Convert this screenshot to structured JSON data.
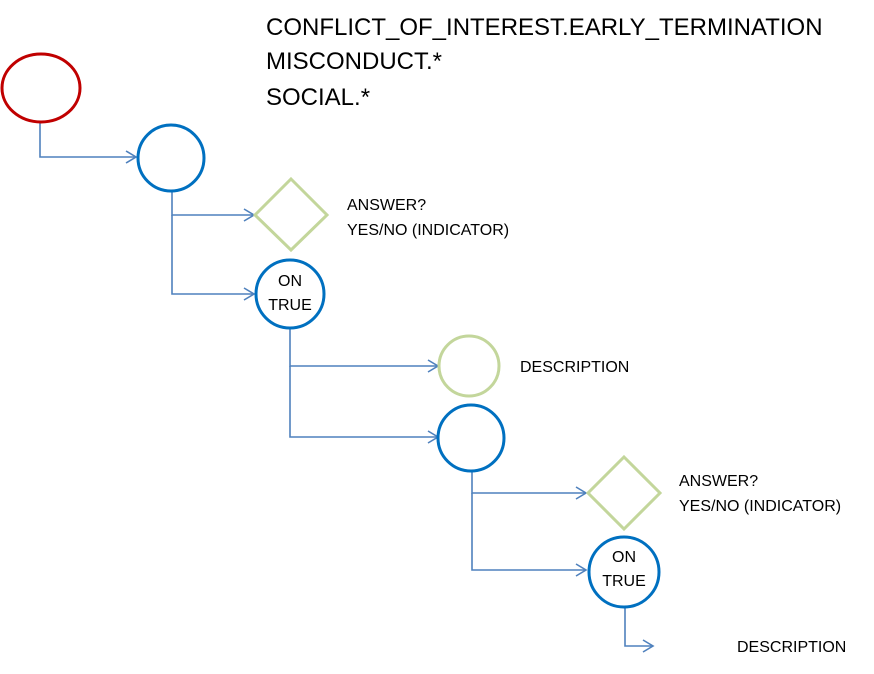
{
  "header": {
    "lines": [
      "CONFLICT_OF_INTEREST.EARLY_TERMINATION",
      "MISCONDUCT.*",
      "SOCIAL.*"
    ]
  },
  "colors": {
    "start": "#C00000",
    "node": "#0070C0",
    "decision": "#C3D69B",
    "connector": "#4F81BD"
  },
  "level1": {
    "decision_label_1": "ANSWER?",
    "decision_label_2": "YES/NO (INDICATOR)",
    "on_true_line_1": "ON",
    "on_true_line_2": "TRUE"
  },
  "level2": {
    "description_label": "DESCRIPTION",
    "decision_label_1": "ANSWER?",
    "decision_label_2": "YES/NO (INDICATOR)",
    "on_true_line_1": "ON",
    "on_true_line_2": "TRUE",
    "final_description_label": "DESCRIPTION"
  }
}
